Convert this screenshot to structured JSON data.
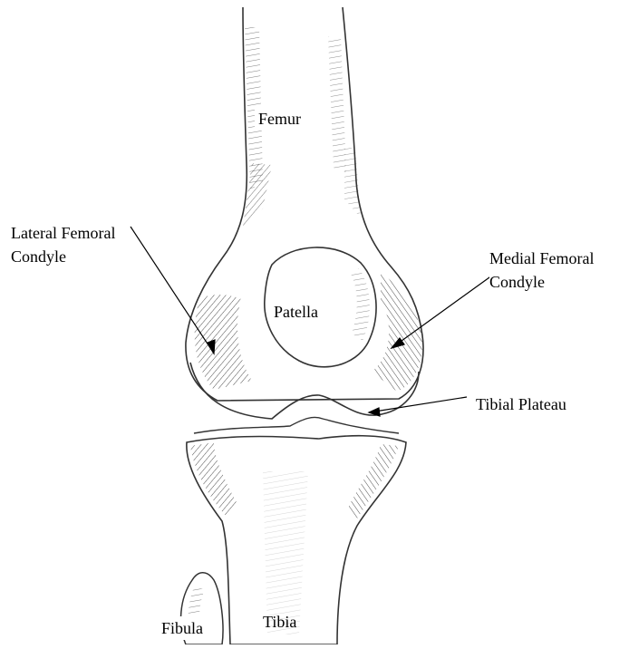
{
  "labels": {
    "femur": "Femur",
    "lateral_line1": "Lateral Femoral",
    "lateral_line2": "Condyle",
    "medial_line1": "Medial Femoral",
    "medial_line2": "Condyle",
    "patella": "Patella",
    "tibial_plateau": "Tibial Plateau",
    "fibula": "Fibula",
    "tibia": "Tibia"
  }
}
